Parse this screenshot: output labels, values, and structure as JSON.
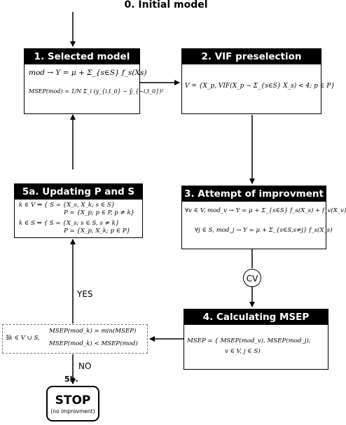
{
  "start": {
    "label": "0. Initial model"
  },
  "box1": {
    "title": "1. Selected model",
    "line1": "mod → Y = μ + Σ_{s∈S} f_s(Xs)",
    "line2": "MSEP(mod) = 1/N Σ_i (y_{i,t_0} − ŷ_{−i,t_0})²"
  },
  "box2": {
    "title": "2. VIF preselection",
    "line1": "V = {X_p, VIF(X_p ∼ Σ_{s∈S} X_s) < 4; p ∈ P}"
  },
  "box3": {
    "title": "3. Attempt of improvment",
    "line1": "∀v ∈ V, mod_v → Y = μ + Σ_{s∈S} f_s(X_s) + f_v(X_v)",
    "line2": "∀j ∈ S, mod_j → Y = μ + Σ_{s∈S,s≠j} f_s(X_s)"
  },
  "box4": {
    "title": "4. Calculating MSEP",
    "line1": "MSEP = { MSEP(mod_v), MSEP(mod_j);",
    "line2": "v ∈ V, j ∈ S)"
  },
  "box5a": {
    "title": "5a. Updating P and S",
    "line1": "k ∈ V ⇒ { S = {X_s, X_k; s ∈ S}",
    "line2": "P = {X_p; p ∈ P, p ≠ k}",
    "line3": "k ∈ S ⇒ { S = {X_s; s ∈ S, s ≠ k}",
    "line4": "P = {X_p, X_k; p ∈ P}"
  },
  "condition": {
    "lead": "∃k ∈ V ∪ S,",
    "line1": "MSEP(mod_k) = min(MSEP)",
    "line2": "MSEP(mod_k) < MSEP(mod)"
  },
  "edges": {
    "yes": "YES",
    "no": "NO",
    "cv": "CV"
  },
  "stop": {
    "label": "5b.",
    "title": "STOP",
    "sub": "(no improvment)"
  },
  "colors": {
    "ink": "#000000",
    "header": "#000000",
    "dashed_border": "#777777"
  }
}
